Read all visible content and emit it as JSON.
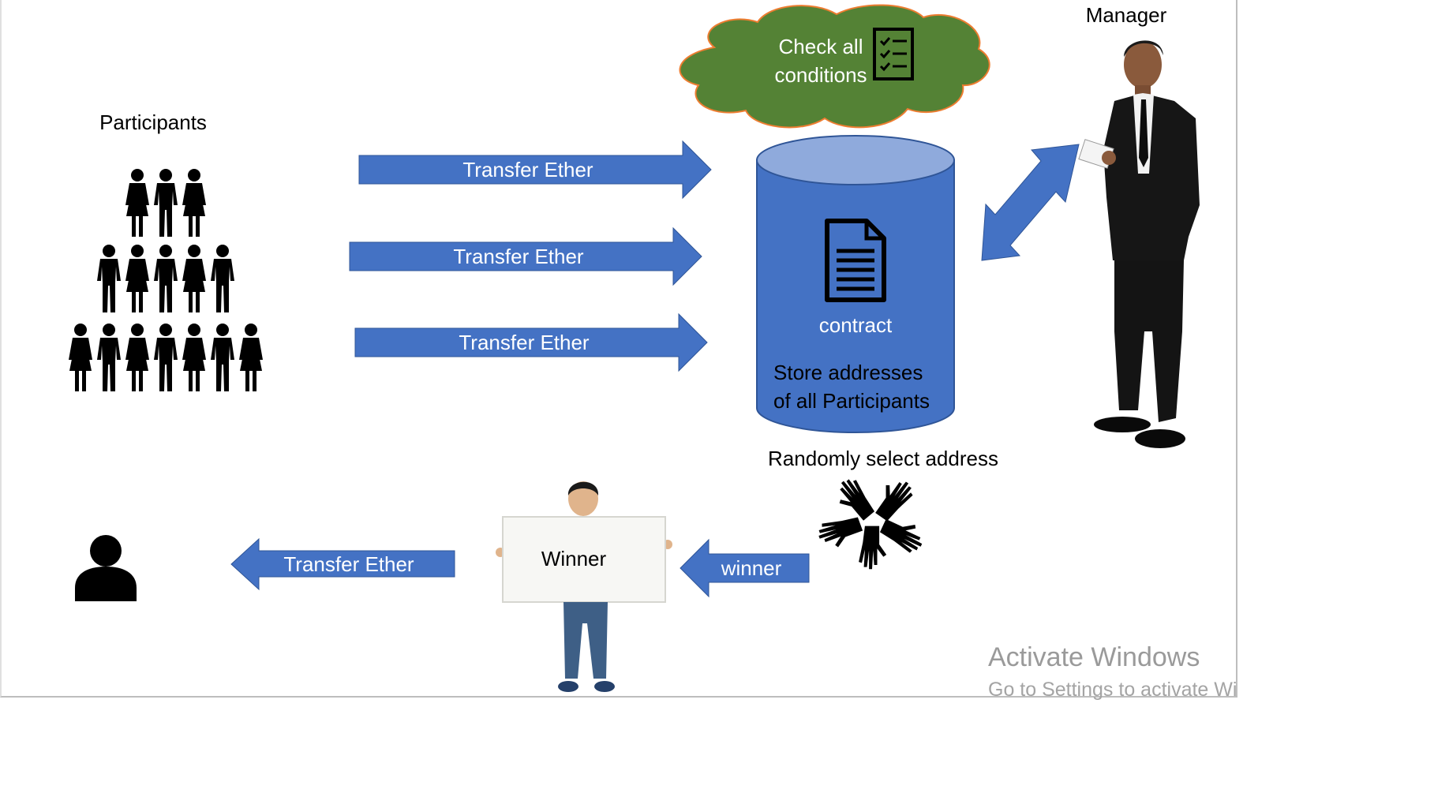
{
  "labels": {
    "participants": "Participants",
    "manager": "Manager",
    "check_line1": "Check all",
    "check_line2": "conditions",
    "transfer1": "Transfer Ether",
    "transfer2": "Transfer Ether",
    "transfer3": "Transfer Ether",
    "contract": "contract",
    "store_line1": "Store addresses",
    "store_line2": "of all Participants",
    "random": "Randomly select address",
    "winner_arrow": "winner",
    "winner_sign": "Winner",
    "transfer_out": "Transfer Ether"
  },
  "watermark": {
    "line1": "Activate Windows",
    "line2": "Go to Settings to activate Wi"
  },
  "colors": {
    "arrow_blue": "#4472c4",
    "cylinder_blue": "#4472c4",
    "cylinder_top": "#8faadc",
    "cloud_green": "#548235",
    "cloud_outline": "#ed7d31"
  },
  "icons": {
    "participants": "people-group-icon",
    "document": "document-icon",
    "checklist": "checklist-icon",
    "hands": "hands-circle-icon",
    "user": "user-icon",
    "manager": "businessman-figure",
    "winner": "child-holding-sign-figure"
  }
}
